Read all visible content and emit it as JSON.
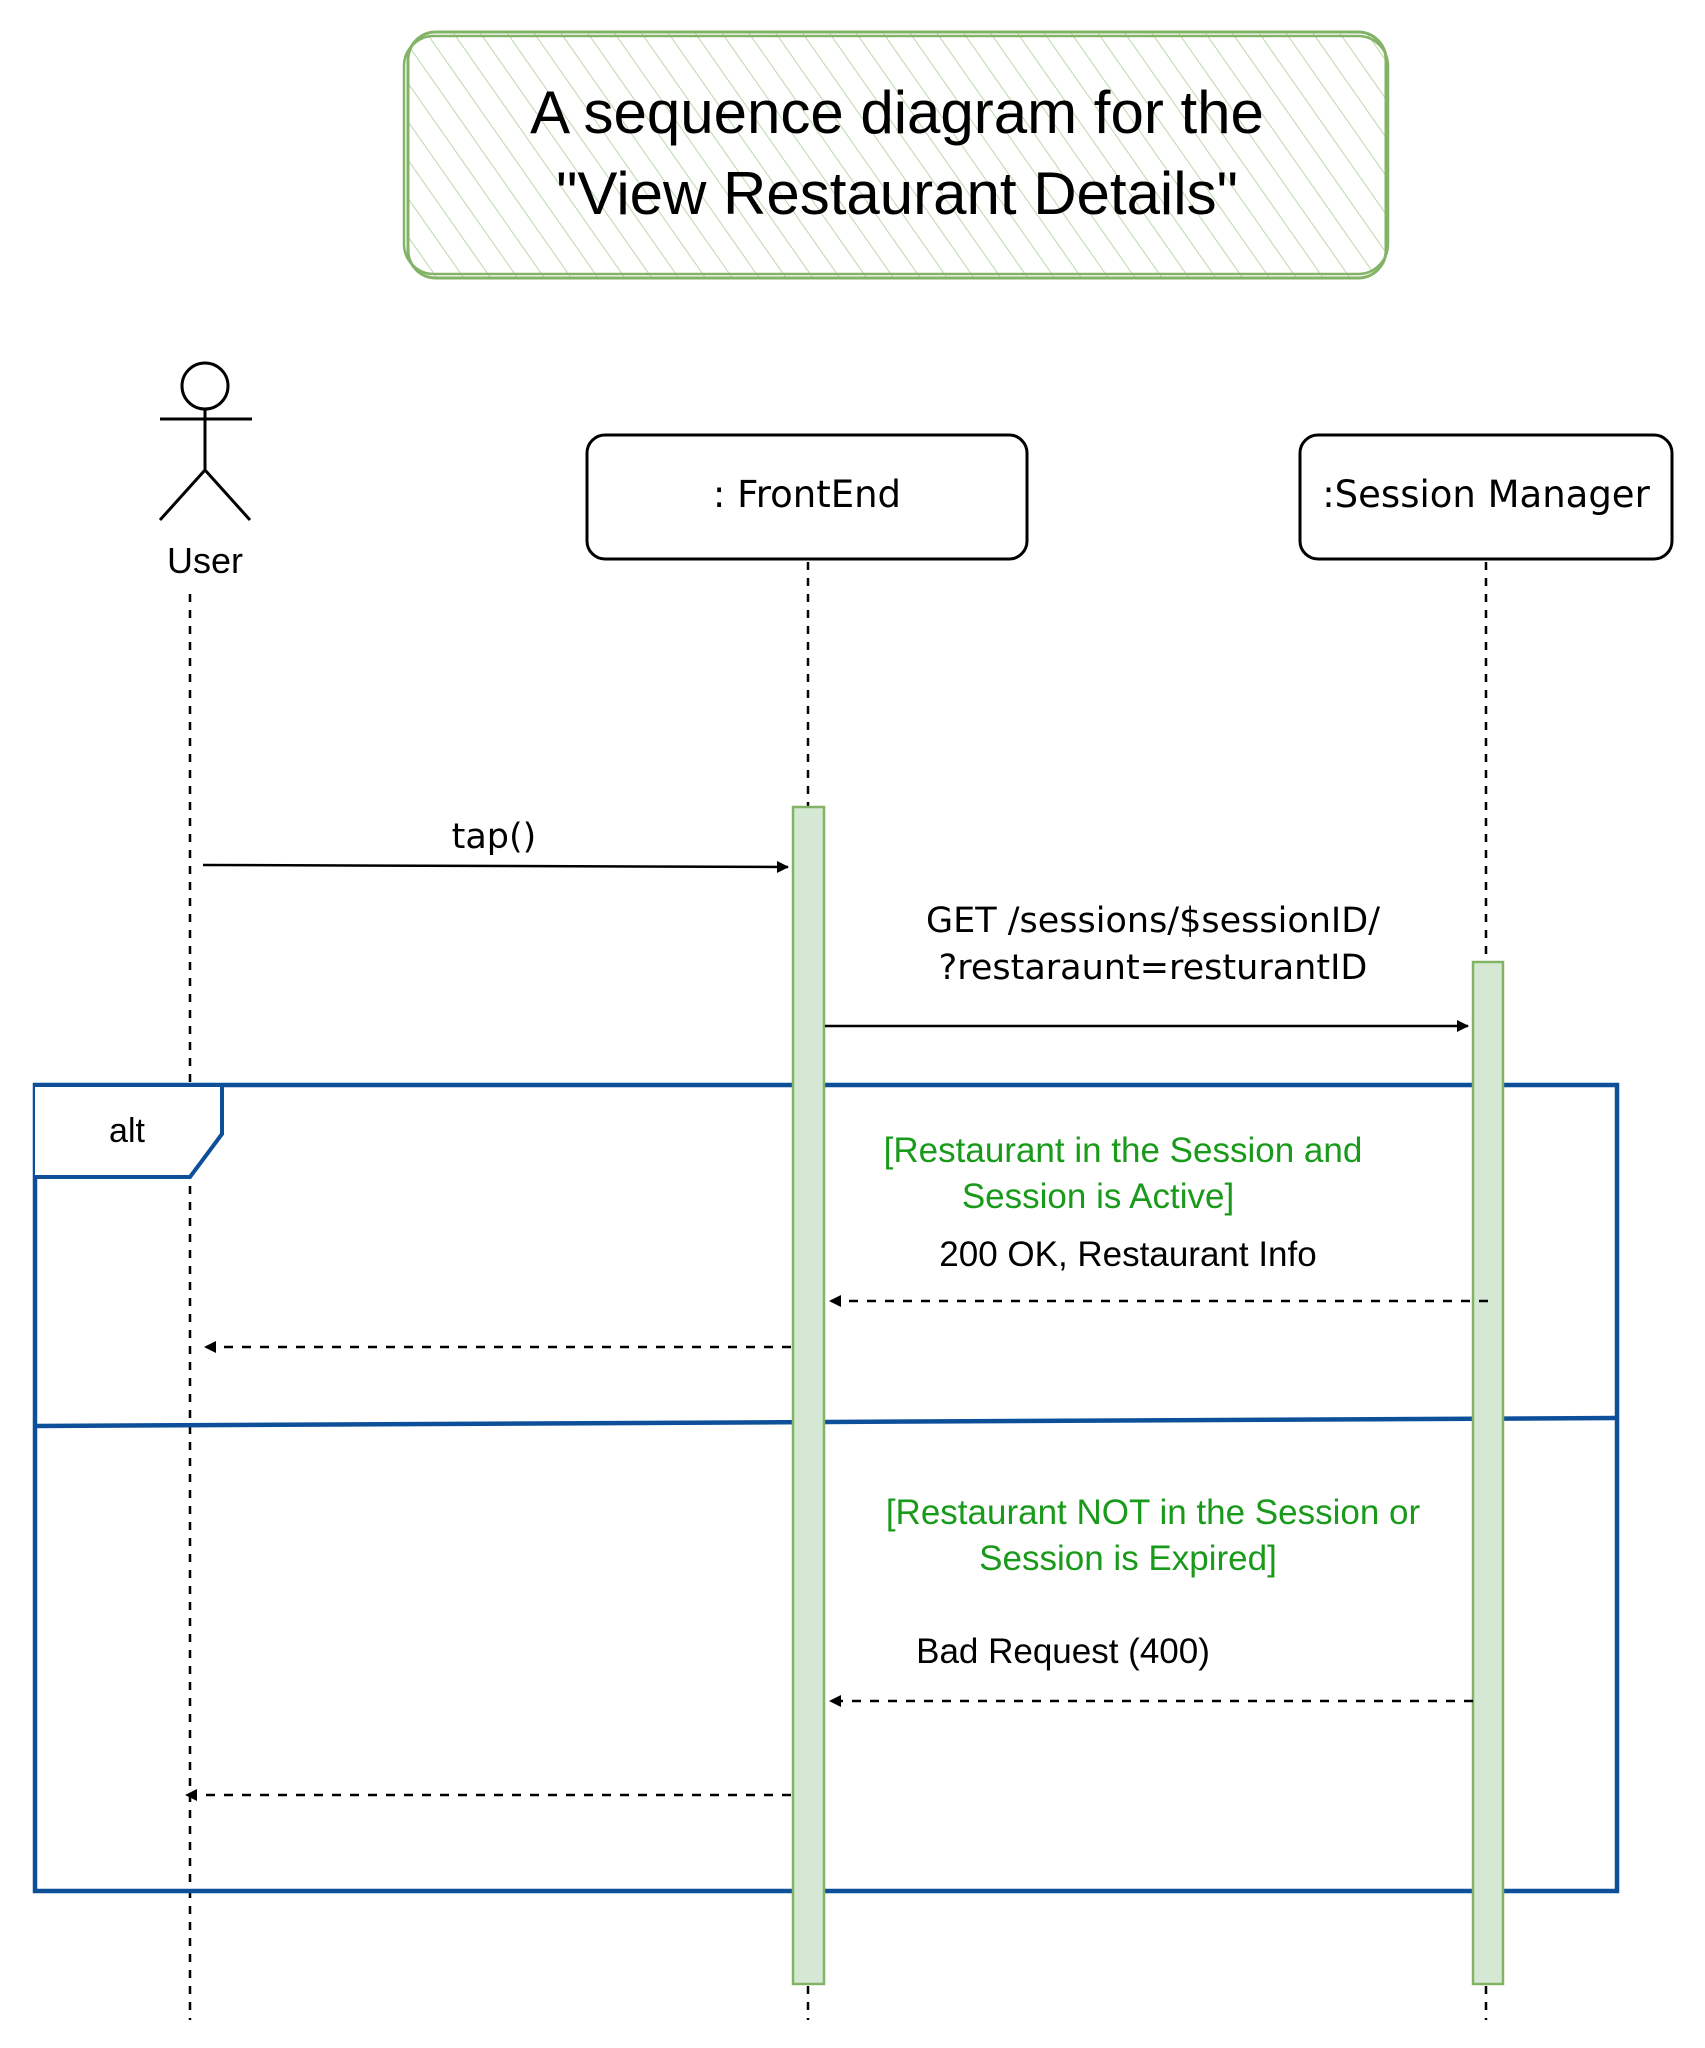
{
  "title": {
    "line1": "A sequence diagram for the",
    "line2": "\"View Restaurant Details\""
  },
  "participants": {
    "user": {
      "label": "User"
    },
    "frontend": {
      "label": ": FrontEnd"
    },
    "session_manager": {
      "label": ":Session Manager"
    }
  },
  "messages": {
    "tap": {
      "label": "tap()"
    },
    "get_request": {
      "line1": "GET /sessions/$sessionID/",
      "line2": "?restaraunt=resturantID"
    },
    "ok_response": {
      "label": "200 OK, Restaurant Info"
    },
    "bad_request": {
      "label": "Bad Request (400)"
    }
  },
  "alt_fragment": {
    "operator": "alt",
    "guard_1": {
      "line1": "[Restaurant in the Session and",
      "line2": "Session is Active]"
    },
    "guard_2": {
      "line1": "[Restaurant NOT in the Session or",
      "line2": "Session is Expired]"
    }
  },
  "colors": {
    "title_border": "#82b366",
    "activation_fill": "#d5e8d4",
    "activation_stroke": "#82b366",
    "fragment_border": "#0e4f9a",
    "guard_text": "#1a9a1a"
  }
}
